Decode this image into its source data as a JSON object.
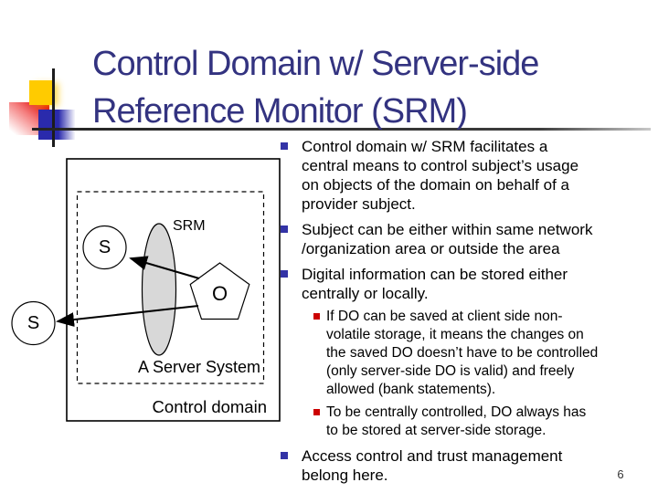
{
  "slide": {
    "title": "Control Domain w/ Server-side\nReference Monitor (SRM)",
    "page_number": "6",
    "colors": {
      "title_color": "#333380",
      "bullet_marker": "#3333a6",
      "sub_bullet_marker": "#cc0000",
      "srm_ellipse_fill": "#d8d8d8",
      "deco_yellow": "#ffcb00",
      "deco_red": "#e00505",
      "deco_blue": "#2a2aac"
    },
    "diagram": {
      "labels": {
        "srm": "SRM",
        "subject_inner": "S",
        "subject_outer": "S",
        "object": "O",
        "server_system": "A Server System",
        "control_domain": "Control domain"
      }
    },
    "bullets": [
      {
        "level": 1,
        "text": "Control domain w/ SRM facilitates a\ncentral means to control subject’s usage\non objects of the domain on behalf of a\nprovider subject."
      },
      {
        "level": 1,
        "text": "Subject can be either within same network\n/organization area or outside the area"
      },
      {
        "level": 1,
        "text": "Digital information can be stored either\ncentrally or locally."
      },
      {
        "level": 2,
        "text": "If DO can be saved at client side non-\nvolatile storage, it means the changes on\nthe saved DO doesn’t have to be controlled\n(only server-side DO is valid) and freely\nallowed (bank statements)."
      },
      {
        "level": 2,
        "text": "To be centrally controlled, DO always has\nto be stored at server-side storage."
      },
      {
        "level": 1,
        "text": "Access control and trust management\nbelong here."
      }
    ]
  }
}
